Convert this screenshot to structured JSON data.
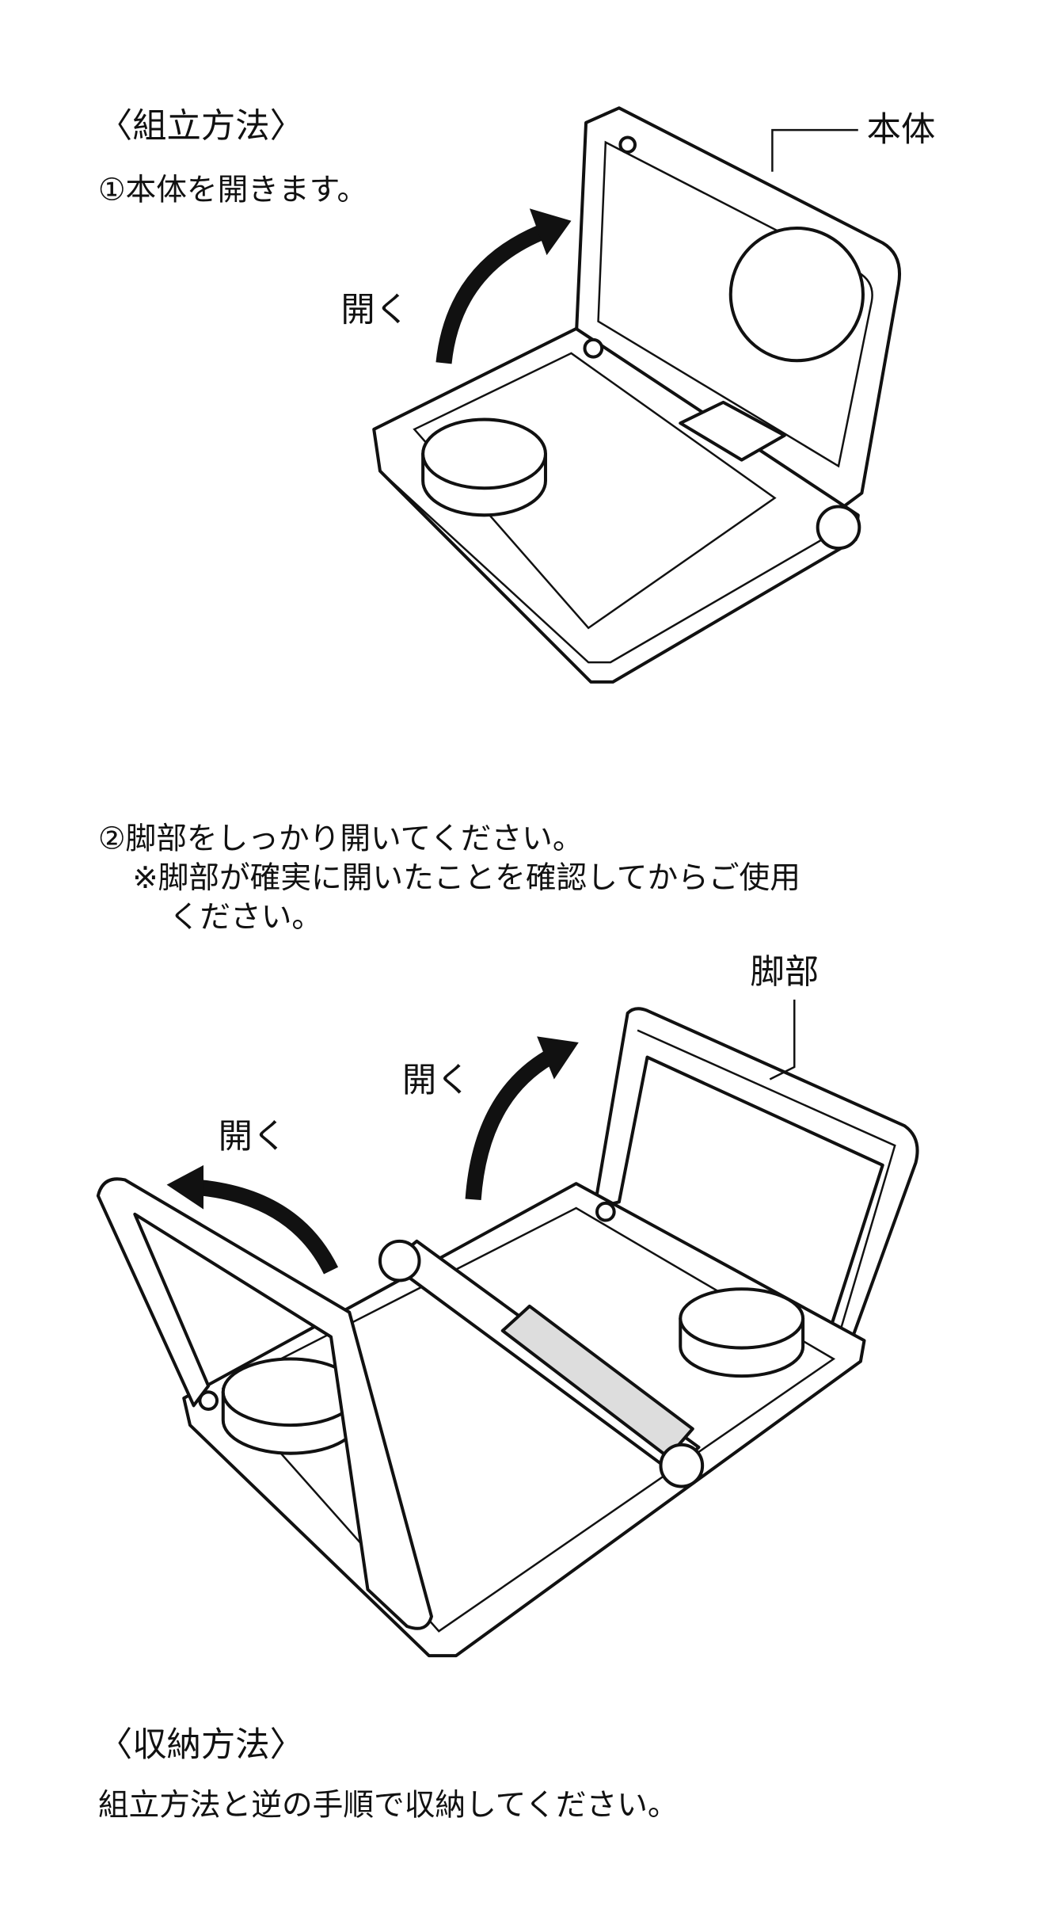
{
  "assembly": {
    "heading": "〈組立方法〉",
    "step1": "①本体を開きます。",
    "body_label": "本体",
    "open_label_1": "開く",
    "step2": "②脚部をしっかり開いてください。",
    "note_line1": "※脚部が確実に開いたことを確認してからご使用",
    "note_line2": "ください。",
    "legs_label": "脚部",
    "open_label_2": "開く",
    "open_label_3": "開く"
  },
  "storage": {
    "heading": "〈収納方法〉",
    "text": "組立方法と逆の手順で収納してください。"
  }
}
